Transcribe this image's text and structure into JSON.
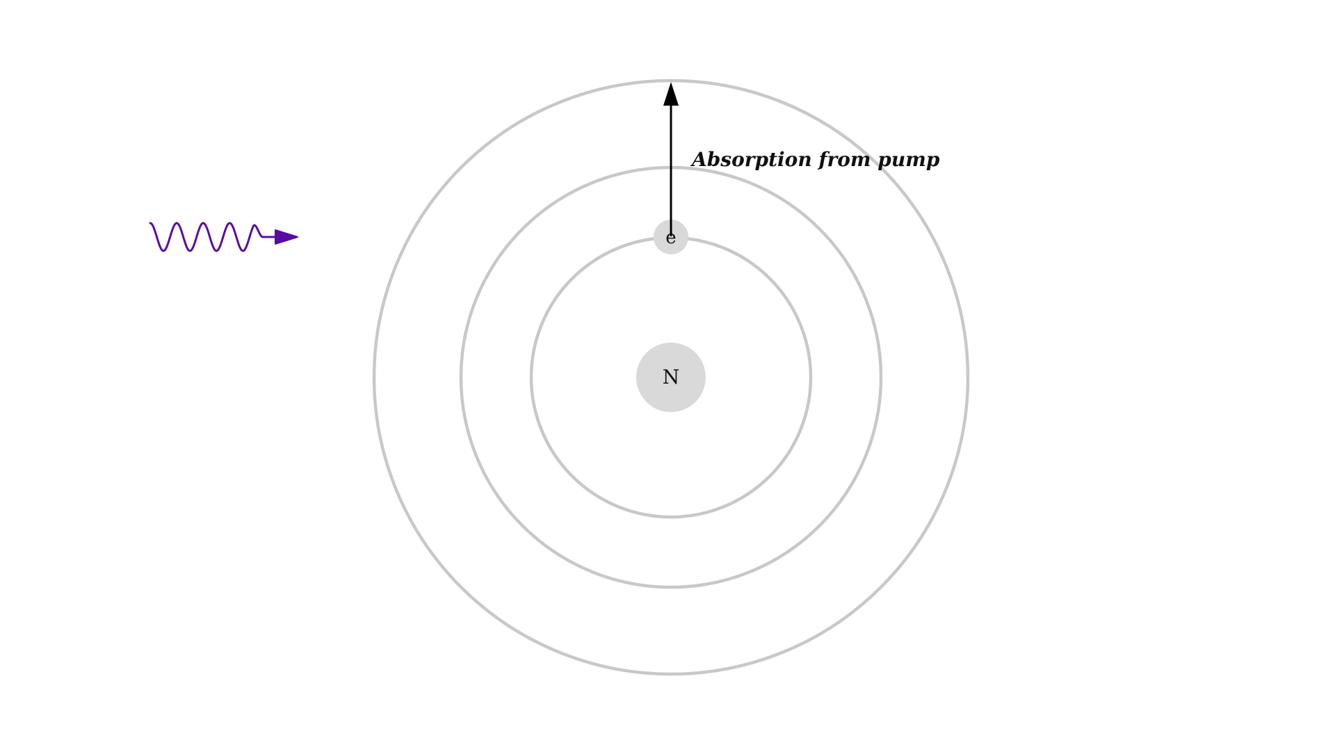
{
  "diagram": {
    "nucleus_label": "N",
    "electron_label": "e",
    "transition_label": "Absorption from pump",
    "orbit_count": 3,
    "colors": {
      "orbit": "#c8c8c8",
      "nucleus_fill": "#d9d9d9",
      "electron_fill": "#d9d9d9",
      "transition_arrow": "#000000",
      "photon": "#5a0aa0",
      "text": "#111111"
    },
    "icons": {
      "photon": "wavy-arrow-icon",
      "transition": "up-arrow-icon"
    }
  }
}
